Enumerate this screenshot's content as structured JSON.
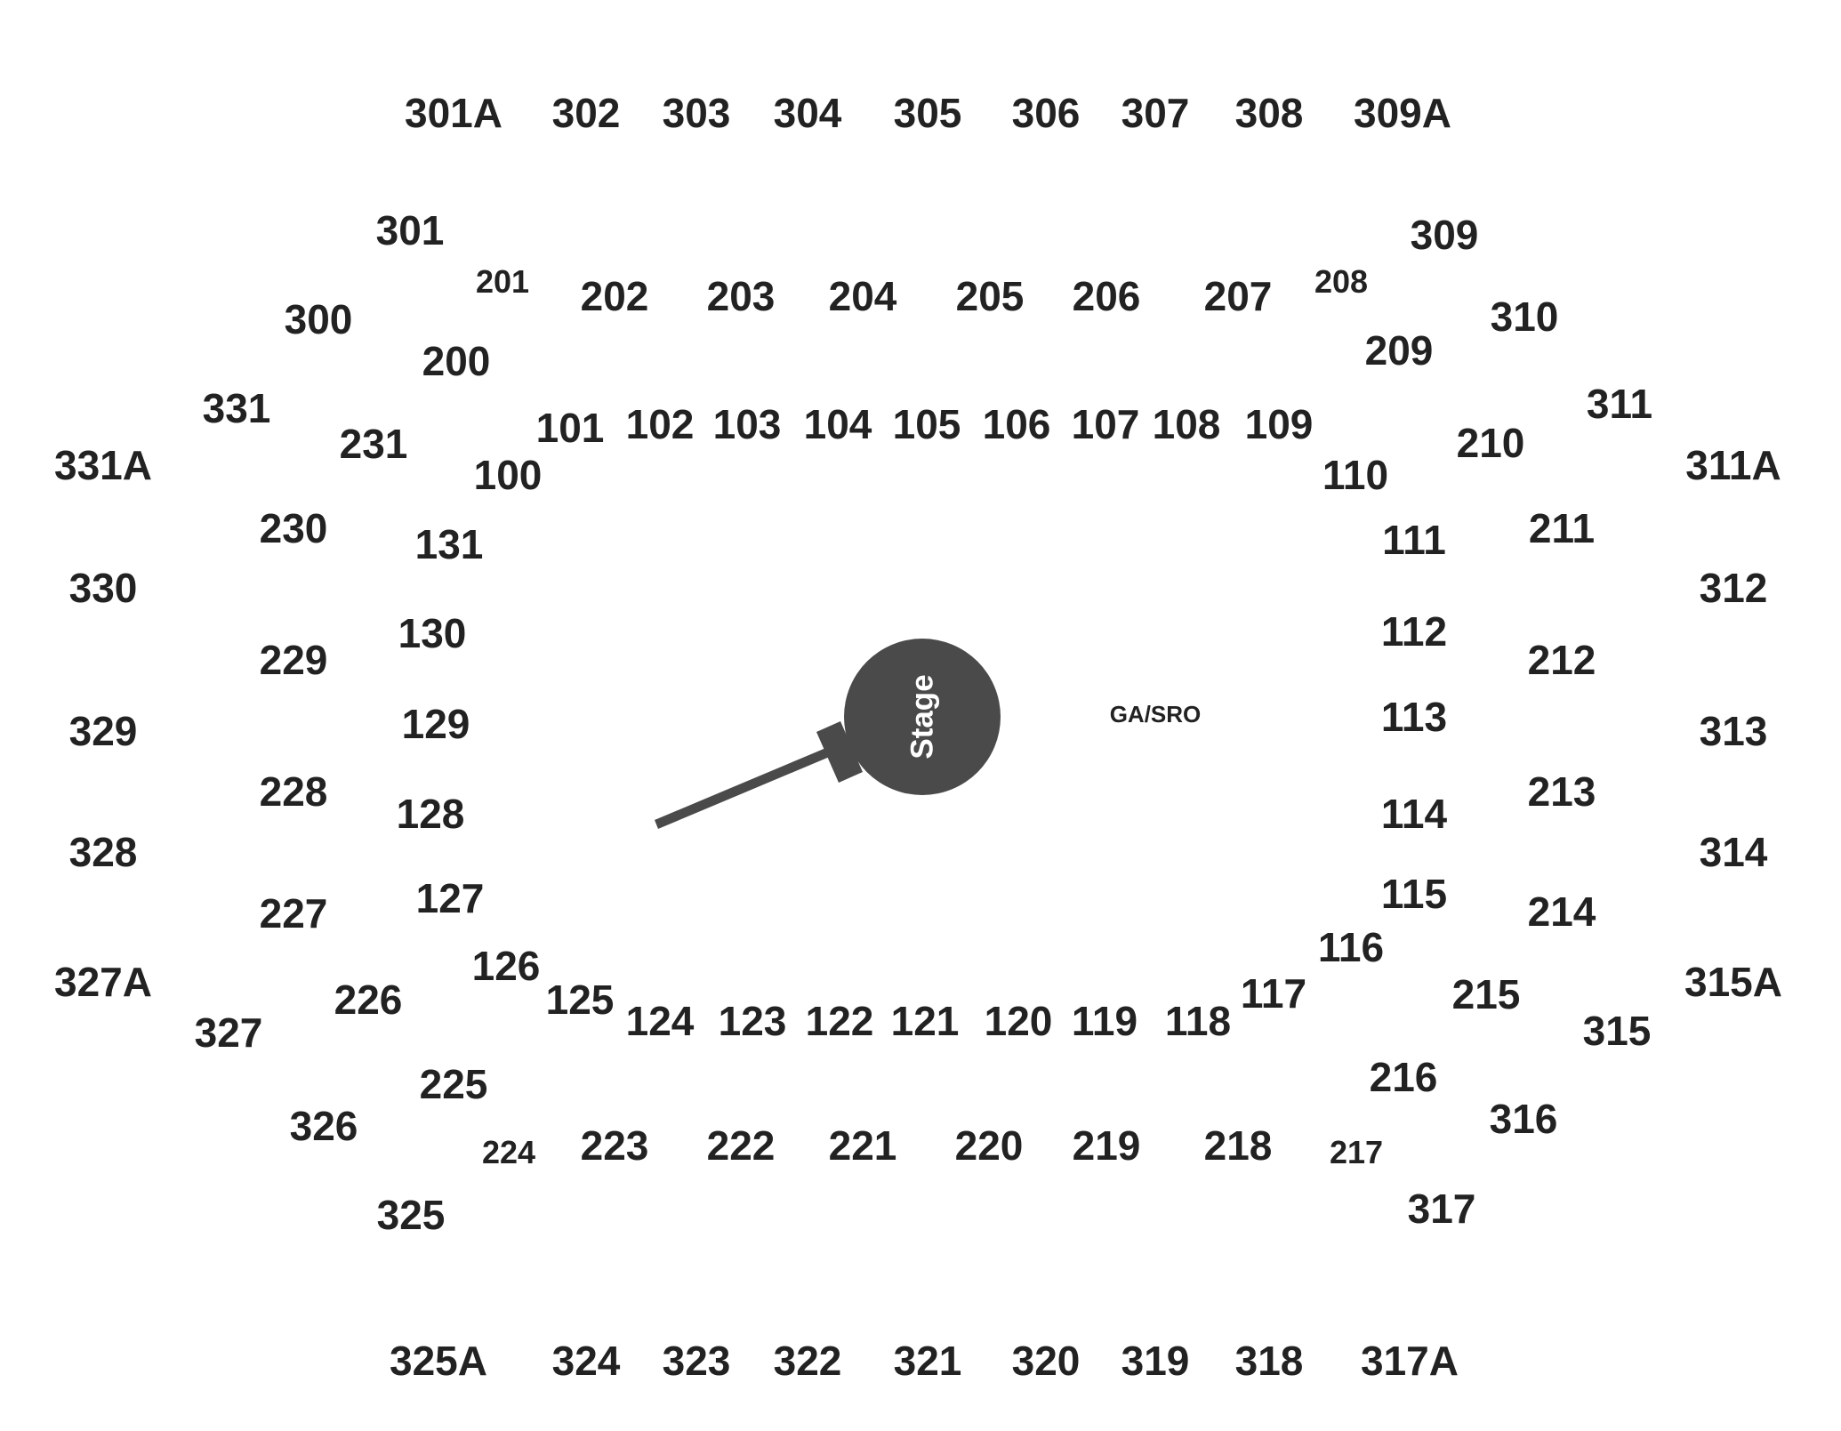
{
  "map": {
    "stage_label": "Stage",
    "ga_label": "GA/SRO",
    "colors": {
      "stage": "#4a4a4a",
      "text": "#222222",
      "background": "#ffffff"
    },
    "sections": [
      "301A",
      "302",
      "303",
      "304",
      "305",
      "306",
      "307",
      "308",
      "309A",
      "301",
      "201",
      "202",
      "203",
      "204",
      "205",
      "206",
      "207",
      "208",
      "309",
      "300",
      "310",
      "200",
      "209",
      "331",
      "311",
      "231",
      "101",
      "102",
      "103",
      "104",
      "105",
      "106",
      "107",
      "108",
      "109",
      "210",
      "331A",
      "311A",
      "100",
      "110",
      "230",
      "131",
      "111",
      "211",
      "330",
      "312",
      "130",
      "112",
      "229",
      "212",
      "129",
      "113",
      "329",
      "313",
      "228",
      "213",
      "128",
      "114",
      "328",
      "314",
      "127",
      "115",
      "227",
      "214",
      "126",
      "116",
      "327A",
      "315A",
      "226",
      "125",
      "117",
      "215",
      "124",
      "123",
      "122",
      "121",
      "120",
      "119",
      "118",
      "327",
      "315",
      "225",
      "216",
      "326",
      "316",
      "224",
      "223",
      "222",
      "221",
      "220",
      "219",
      "218",
      "217",
      "325",
      "317",
      "325A",
      "324",
      "323",
      "322",
      "321",
      "320",
      "319",
      "318",
      "317A"
    ]
  }
}
